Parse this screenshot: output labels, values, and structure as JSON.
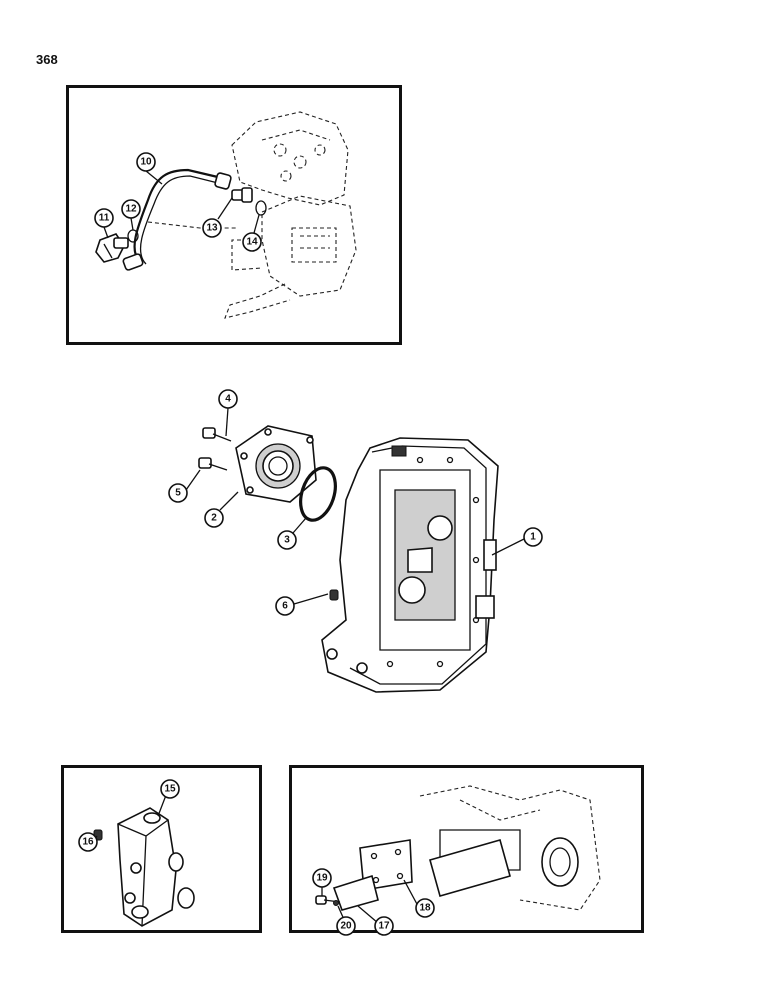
{
  "page": {
    "number": "368"
  },
  "callouts": {
    "main": [
      "1",
      "2",
      "3",
      "4",
      "5",
      "6"
    ],
    "top_panel": [
      "10",
      "11",
      "12",
      "13",
      "14"
    ],
    "bottom_left_panel": [
      "15",
      "16"
    ],
    "bottom_right_panel": [
      "17",
      "18",
      "19",
      "20"
    ]
  }
}
